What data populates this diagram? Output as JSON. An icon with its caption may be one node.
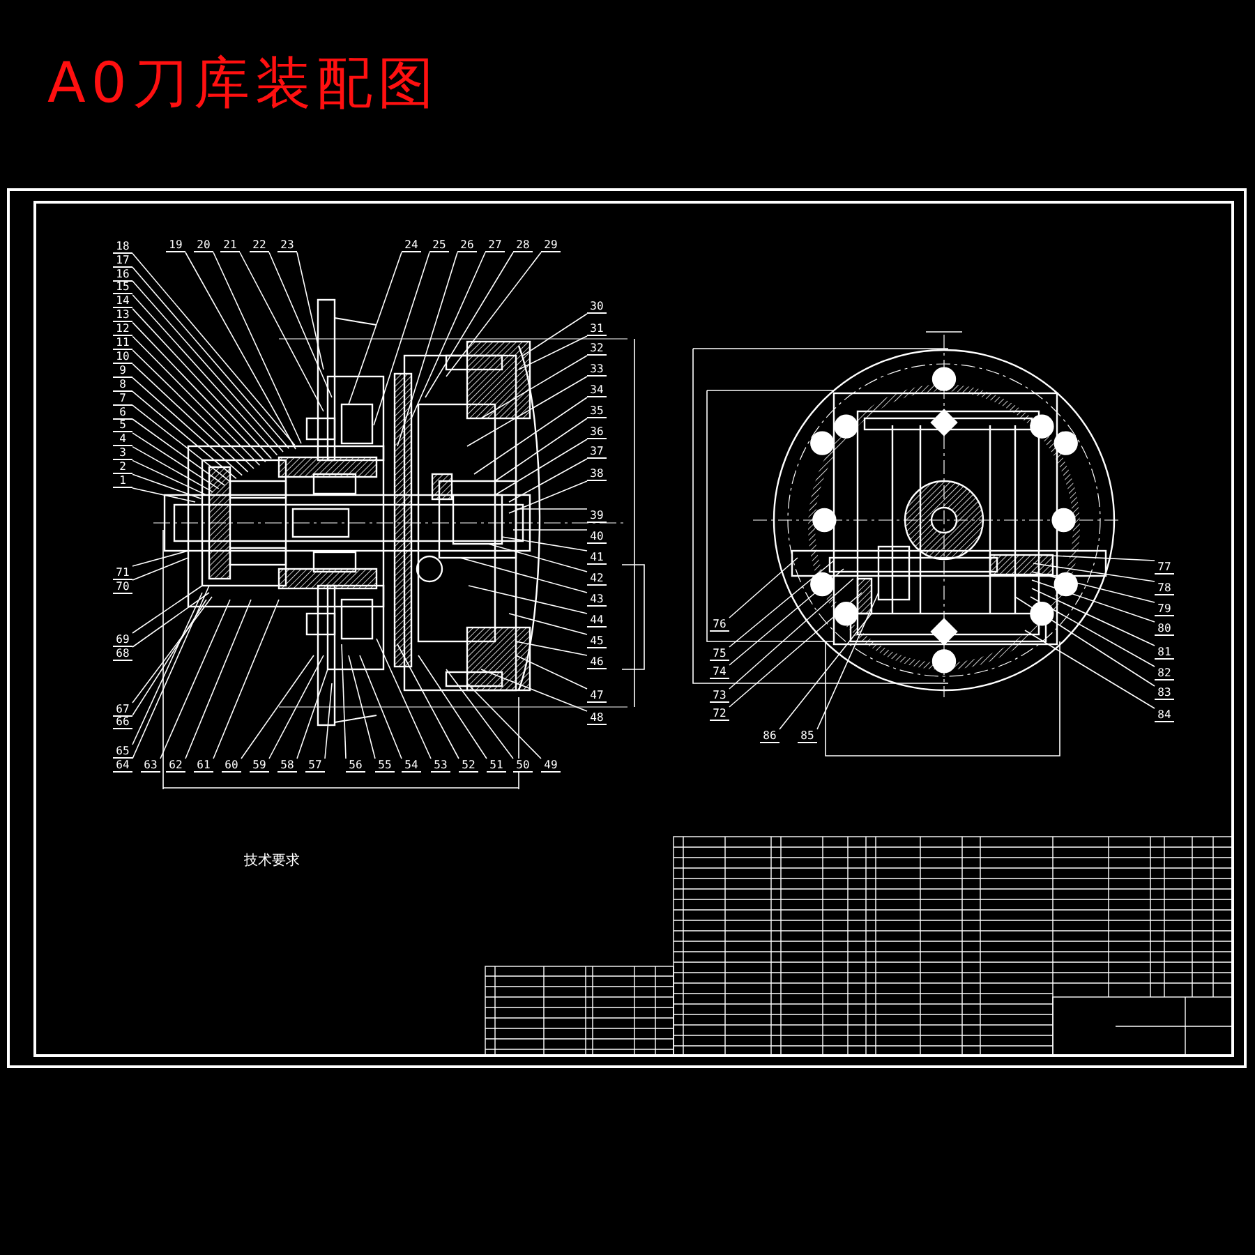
{
  "diagram": {
    "title": "A0刀库装配图",
    "nodes": [
      {
        "text": [
          "1"
        ]
      },
      {
        "text": [
          "2"
        ]
      },
      {
        "text": [
          "3"
        ]
      },
      {
        "text": [
          "4"
        ]
      },
      {
        "text": [
          "5"
        ]
      },
      {
        "text": [
          "6"
        ]
      },
      {
        "text": [
          "7"
        ]
      },
      {
        "text": [
          "8"
        ]
      },
      {
        "text": [
          "9"
        ]
      },
      {
        "text": [
          "10"
        ]
      },
      {
        "text": [
          "11"
        ]
      },
      {
        "text": [
          "12"
        ]
      },
      {
        "text": [
          "13"
        ]
      },
      {
        "text": [
          "14"
        ]
      },
      {
        "text": [
          "15"
        ]
      },
      {
        "text": [
          "16"
        ]
      },
      {
        "text": [
          "17"
        ]
      },
      {
        "text": [
          "18"
        ]
      },
      {
        "text": [
          "19"
        ]
      },
      {
        "text": [
          "20"
        ]
      },
      {
        "text": [
          "21"
        ]
      },
      {
        "text": [
          "22"
        ]
      },
      {
        "text": [
          "23"
        ]
      },
      {
        "text": [
          "24"
        ]
      },
      {
        "text": [
          "25"
        ]
      },
      {
        "text": [
          "26"
        ]
      },
      {
        "text": [
          "27"
        ]
      },
      {
        "text": [
          "28"
        ]
      },
      {
        "text": [
          "29"
        ]
      },
      {
        "text": [
          "30"
        ]
      },
      {
        "text": [
          "31"
        ]
      },
      {
        "text": [
          "32"
        ]
      },
      {
        "text": [
          "33"
        ]
      },
      {
        "text": [
          "34"
        ]
      },
      {
        "text": [
          "35"
        ]
      },
      {
        "text": [
          "36"
        ]
      },
      {
        "text": [
          "37"
        ]
      },
      {
        "text": [
          "38"
        ]
      },
      {
        "text": [
          "39"
        ]
      },
      {
        "text": [
          "40"
        ]
      },
      {
        "text": [
          "41"
        ]
      },
      {
        "text": [
          "42"
        ]
      },
      {
        "text": [
          "43"
        ]
      },
      {
        "text": [
          "44"
        ]
      },
      {
        "text": [
          "45"
        ]
      },
      {
        "text": [
          "46"
        ]
      },
      {
        "text": [
          "47"
        ]
      },
      {
        "text": [
          "48"
        ]
      },
      {
        "text": [
          "49"
        ]
      },
      {
        "text": [
          "50"
        ]
      },
      {
        "text": [
          "51"
        ]
      },
      {
        "text": [
          "52"
        ]
      },
      {
        "text": [
          "53"
        ]
      },
      {
        "text": [
          "54"
        ]
      },
      {
        "text": [
          "55"
        ]
      },
      {
        "text": [
          "56"
        ]
      },
      {
        "text": [
          "57"
        ]
      },
      {
        "text": [
          "58"
        ]
      },
      {
        "text": [
          "59"
        ]
      },
      {
        "text": [
          "60"
        ]
      },
      {
        "text": [
          "61"
        ]
      },
      {
        "text": [
          "62"
        ]
      },
      {
        "text": [
          "63"
        ]
      },
      {
        "text": [
          "64"
        ]
      },
      {
        "text": [
          "65"
        ]
      },
      {
        "text": [
          "66"
        ]
      },
      {
        "text": [
          "67"
        ]
      },
      {
        "text": [
          "68"
        ]
      },
      {
        "text": [
          "69"
        ]
      },
      {
        "text": [
          "70"
        ]
      },
      {
        "text": [
          "71"
        ]
      },
      {
        "text": [
          "72"
        ]
      },
      {
        "text": [
          "73"
        ]
      },
      {
        "text": [
          "74"
        ]
      },
      {
        "text": [
          "75"
        ]
      },
      {
        "text": [
          "76"
        ]
      },
      {
        "text": [
          "77"
        ]
      },
      {
        "text": [
          "78"
        ]
      },
      {
        "text": [
          "79"
        ]
      },
      {
        "text": [
          "80"
        ]
      },
      {
        "text": [
          "81"
        ]
      },
      {
        "text": [
          "82"
        ]
      },
      {
        "text": [
          "83"
        ]
      },
      {
        "text": [
          "84"
        ]
      },
      {
        "text": [
          "85"
        ]
      },
      {
        "text": [
          "86"
        ]
      }
    ],
    "edges": [
      {
        "from": 0,
        "to": null,
        "arrow": "none"
      },
      {
        "from": 1,
        "to": null,
        "arrow": "none"
      },
      {
        "from": 2,
        "to": null,
        "arrow": "none"
      },
      {
        "from": 3,
        "to": null,
        "arrow": "none"
      },
      {
        "from": 4,
        "to": null,
        "arrow": "none"
      },
      {
        "from": 5,
        "to": null,
        "arrow": "none"
      },
      {
        "from": 6,
        "to": null,
        "arrow": "none"
      },
      {
        "from": 7,
        "to": null,
        "arrow": "none"
      },
      {
        "from": 8,
        "to": null,
        "arrow": "none"
      },
      {
        "from": 9,
        "to": null,
        "arrow": "none"
      },
      {
        "from": 10,
        "to": null,
        "arrow": "none"
      },
      {
        "from": 11,
        "to": null,
        "arrow": "none"
      },
      {
        "from": 12,
        "to": null,
        "arrow": "none"
      },
      {
        "from": 13,
        "to": null,
        "arrow": "none"
      },
      {
        "from": 14,
        "to": null,
        "arrow": "none"
      },
      {
        "from": 15,
        "to": null,
        "arrow": "none"
      },
      {
        "from": 16,
        "to": null,
        "arrow": "none"
      },
      {
        "from": 17,
        "to": null,
        "arrow": "none"
      },
      {
        "from": 18,
        "to": null,
        "arrow": "none"
      },
      {
        "from": 19,
        "to": null,
        "arrow": "none"
      },
      {
        "from": 20,
        "to": null,
        "arrow": "none"
      },
      {
        "from": 21,
        "to": null,
        "arrow": "none"
      },
      {
        "from": 22,
        "to": null,
        "arrow": "none"
      },
      {
        "from": 23,
        "to": null,
        "arrow": "none"
      },
      {
        "from": 24,
        "to": null,
        "arrow": "none"
      },
      {
        "from": 25,
        "to": null,
        "arrow": "none"
      },
      {
        "from": 26,
        "to": null,
        "arrow": "none"
      },
      {
        "from": 27,
        "to": null,
        "arrow": "none"
      },
      {
        "from": 28,
        "to": null,
        "arrow": "none"
      },
      {
        "from": 29,
        "to": null,
        "arrow": "none"
      },
      {
        "from": 30,
        "to": null,
        "arrow": "none"
      },
      {
        "from": 31,
        "to": null,
        "arrow": "none"
      },
      {
        "from": 32,
        "to": null,
        "arrow": "none"
      },
      {
        "from": 33,
        "to": null,
        "arrow": "none"
      },
      {
        "from": 34,
        "to": null,
        "arrow": "none"
      },
      {
        "from": 35,
        "to": null,
        "arrow": "none"
      },
      {
        "from": 36,
        "to": null,
        "arrow": "none"
      },
      {
        "from": 37,
        "to": null,
        "arrow": "none"
      },
      {
        "from": 38,
        "to": null,
        "arrow": "none"
      },
      {
        "from": 39,
        "to": null,
        "arrow": "none"
      },
      {
        "from": 40,
        "to": null,
        "arrow": "none"
      },
      {
        "from": 41,
        "to": null,
        "arrow": "none"
      },
      {
        "from": 42,
        "to": null,
        "arrow": "none"
      },
      {
        "from": 43,
        "to": null,
        "arrow": "none"
      },
      {
        "from": 44,
        "to": null,
        "arrow": "none"
      },
      {
        "from": 45,
        "to": null,
        "arrow": "none"
      },
      {
        "from": 46,
        "to": null,
        "arrow": "none"
      },
      {
        "from": 47,
        "to": null,
        "arrow": "none"
      },
      {
        "from": 48,
        "to": null,
        "arrow": "none"
      },
      {
        "from": 49,
        "to": null,
        "arrow": "none"
      },
      {
        "from": 50,
        "to": null,
        "arrow": "none"
      },
      {
        "from": 51,
        "to": null,
        "arrow": "none"
      },
      {
        "from": 52,
        "to": null,
        "arrow": "none"
      },
      {
        "from": 53,
        "to": null,
        "arrow": "none"
      },
      {
        "from": 54,
        "to": null,
        "arrow": "none"
      },
      {
        "from": 55,
        "to": null,
        "arrow": "none"
      },
      {
        "from": 56,
        "to": null,
        "arrow": "none"
      },
      {
        "from": 57,
        "to": null,
        "arrow": "none"
      },
      {
        "from": 58,
        "to": null,
        "arrow": "none"
      },
      {
        "from": 59,
        "to": null,
        "arrow": "none"
      },
      {
        "from": 60,
        "to": null,
        "arrow": "none"
      },
      {
        "from": 61,
        "to": null,
        "arrow": "none"
      },
      {
        "from": 62,
        "to": null,
        "arrow": "none"
      },
      {
        "from": 63,
        "to": null,
        "arrow": "none"
      },
      {
        "from": 64,
        "to": null,
        "arrow": "none"
      },
      {
        "from": 65,
        "to": null,
        "arrow": "none"
      },
      {
        "from": 66,
        "to": null,
        "arrow": "none"
      },
      {
        "from": 67,
        "to": null,
        "arrow": "none"
      },
      {
        "from": 68,
        "to": null,
        "arrow": "none"
      },
      {
        "from": 69,
        "to": null,
        "arrow": "none"
      },
      {
        "from": 70,
        "to": null,
        "arrow": "none"
      },
      {
        "from": 71,
        "to": null,
        "arrow": "none"
      },
      {
        "from": 72,
        "to": null,
        "arrow": "none"
      },
      {
        "from": 73,
        "to": null,
        "arrow": "none"
      },
      {
        "from": 74,
        "to": null,
        "arrow": "none"
      },
      {
        "from": 75,
        "to": null,
        "arrow": "none"
      },
      {
        "from": 76,
        "to": null,
        "arrow": "none"
      },
      {
        "from": 77,
        "to": null,
        "arrow": "none"
      },
      {
        "from": 78,
        "to": null,
        "arrow": "none"
      },
      {
        "from": 79,
        "to": null,
        "arrow": "none"
      },
      {
        "from": 80,
        "to": null,
        "arrow": "none"
      },
      {
        "from": 81,
        "to": null,
        "arrow": "none"
      },
      {
        "from": 82,
        "to": null,
        "arrow": "none"
      },
      {
        "from": 83,
        "to": null,
        "arrow": "none"
      },
      {
        "from": 84,
        "to": null,
        "arrow": "none"
      },
      {
        "from": 85,
        "to": null,
        "arrow": "none"
      }
    ],
    "labels": [
      "技术要求"
    ]
  }
}
